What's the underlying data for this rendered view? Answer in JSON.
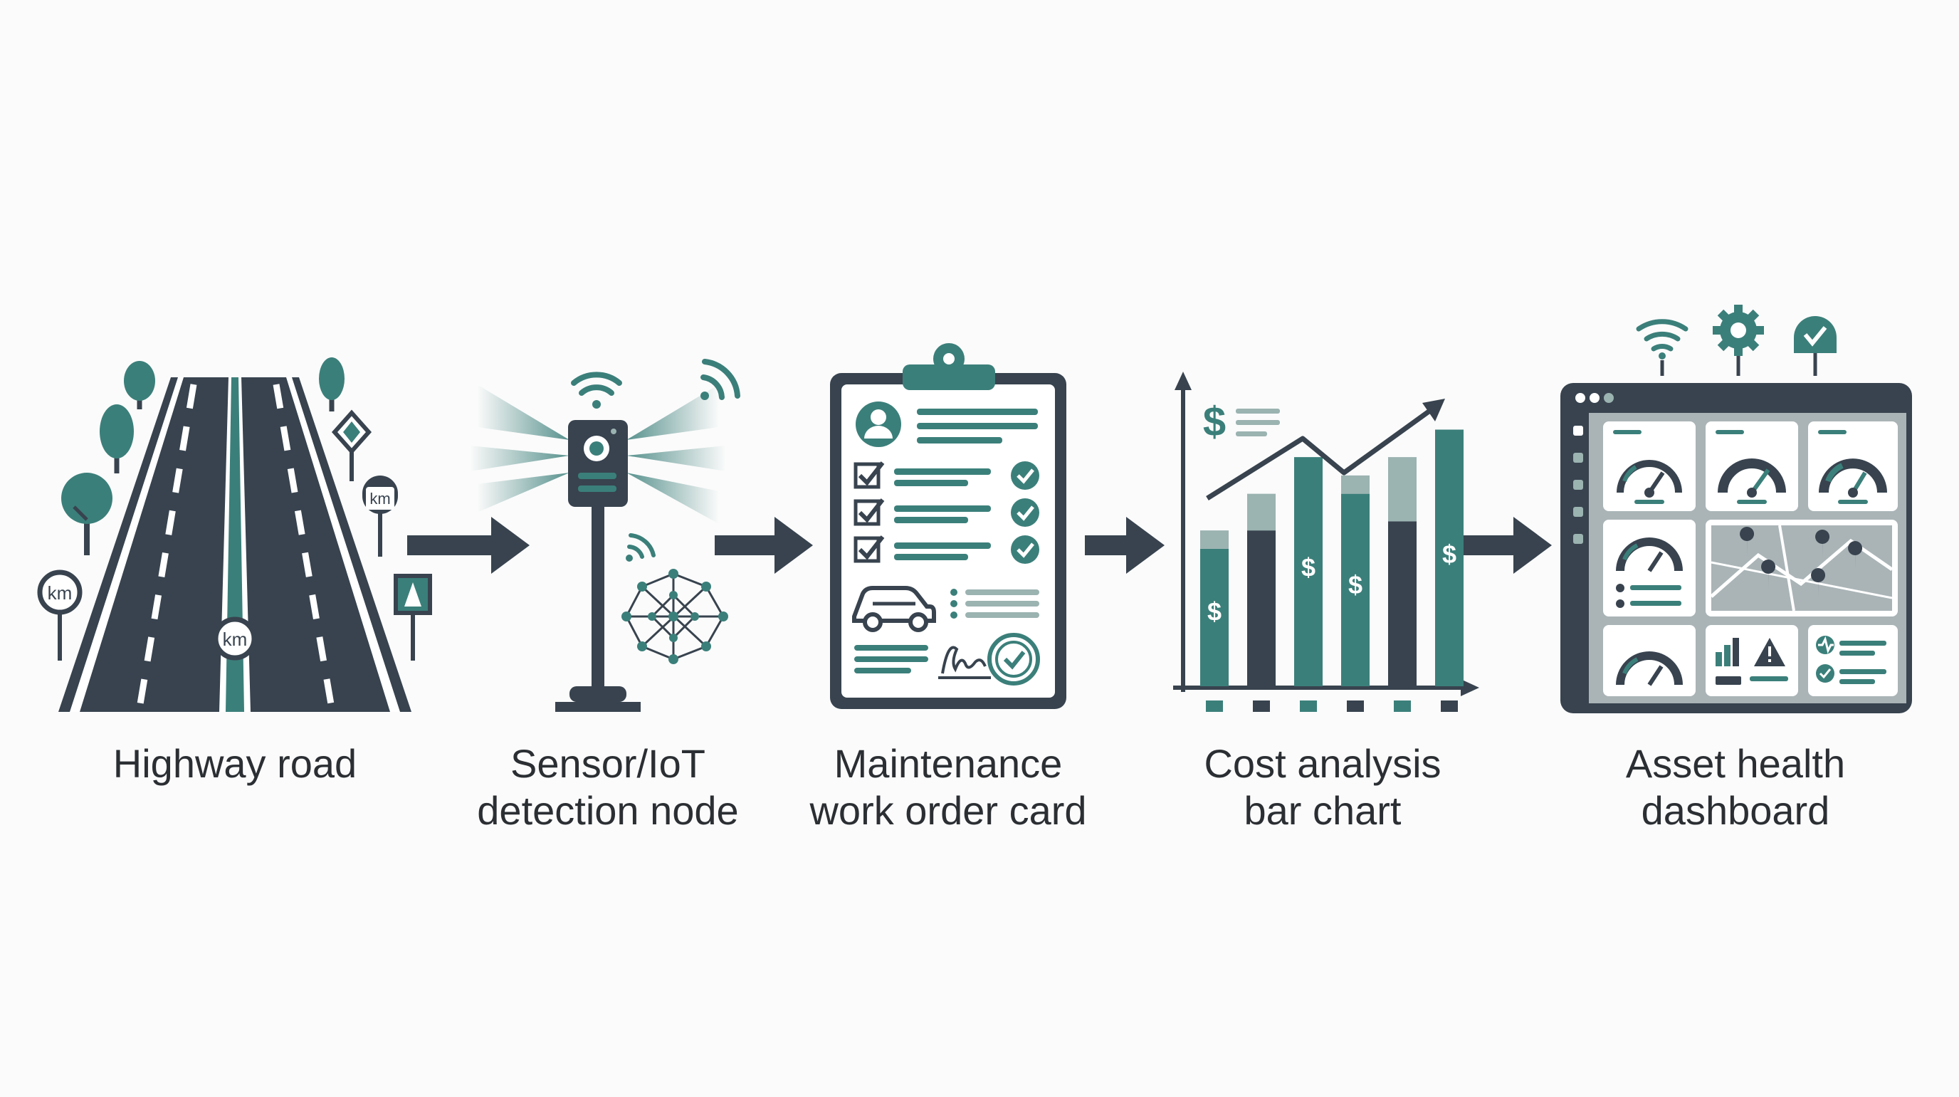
{
  "colors": {
    "dark": "#38434f",
    "teal": "#3b7f7a",
    "teal_light": "#9bb3b1",
    "grey_light": "#c9d0d2",
    "background": "#fbfbfb"
  },
  "road": {
    "caption": "Highway road",
    "sign_km": "km"
  },
  "sensor": {
    "caption_line1": "Sensor/IoT",
    "caption_line2": "detection node"
  },
  "workorder": {
    "caption_line1": "Maintenance",
    "caption_line2": "work order card"
  },
  "cost": {
    "caption_line1": "Cost analysis",
    "caption_line2": "bar chart",
    "currency": "$"
  },
  "dashboard": {
    "caption_line1": "Asset health",
    "caption_line2": "dashboard"
  },
  "icons": {
    "road": "highway-road-icon",
    "sensor": "sensor-pole-icon",
    "clipboard": "clipboard-work-order-icon",
    "chart": "bar-chart-icon",
    "dashboard": "dashboard-monitor-icon",
    "arrow": "arrow-right-icon"
  },
  "chart_data": {
    "type": "bar",
    "categories": [
      "",
      "",
      "",
      "",
      "",
      ""
    ],
    "series": [
      {
        "values": [
          7.5,
          8.5,
          12.5,
          10.5,
          9,
          14
        ]
      },
      {
        "values": [
          8.5,
          10.5,
          0,
          11.5,
          12.5,
          0
        ]
      }
    ],
    "ylim": [
      0,
      16
    ],
    "title": "",
    "xlabel": "",
    "ylabel": ""
  }
}
